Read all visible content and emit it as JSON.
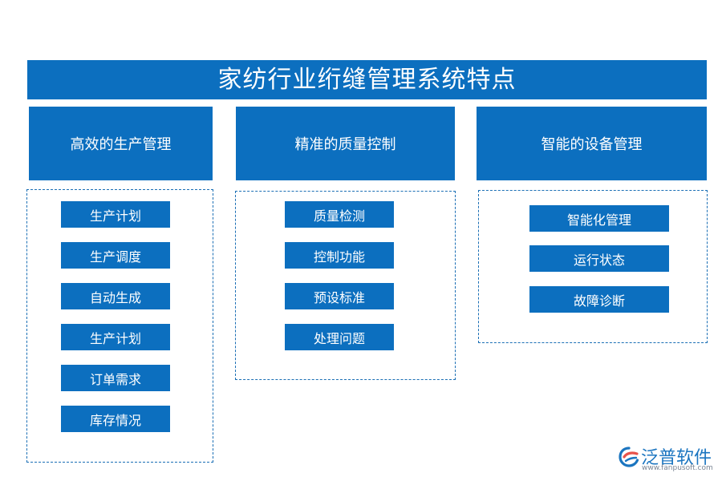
{
  "title": "家纺行业绗缝管理系统特点",
  "columns": [
    {
      "header": "高效的生产管理",
      "items": [
        "生产计划",
        "生产调度",
        "自动生成",
        "生产计划",
        "订单需求",
        "库存情况"
      ]
    },
    {
      "header": "精准的质量控制",
      "items": [
        "质量检测",
        "控制功能",
        "预设标准",
        "处理问题"
      ]
    },
    {
      "header": "智能的设备管理",
      "items": [
        "智能化管理",
        "运行状态",
        "故障诊断"
      ]
    }
  ],
  "logo": {
    "brand": "泛普软件",
    "url": "www.fanpusoft.com",
    "icon": "fanpu-logo-icon"
  },
  "colors": {
    "primary": "#0c6fbf",
    "border": "#1b6fb5"
  }
}
